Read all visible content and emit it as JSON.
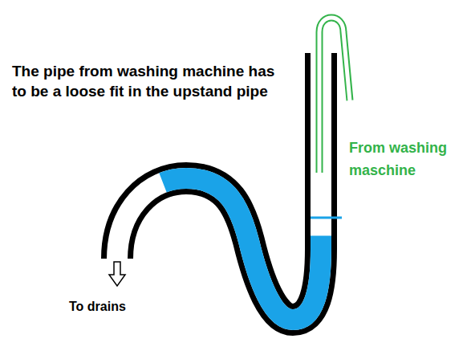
{
  "diagram": {
    "labels": [
      "The pipe from washing machine has to be a loose fit in the upstand pipe",
      "From washing maschine",
      "To drains"
    ]
  }
}
